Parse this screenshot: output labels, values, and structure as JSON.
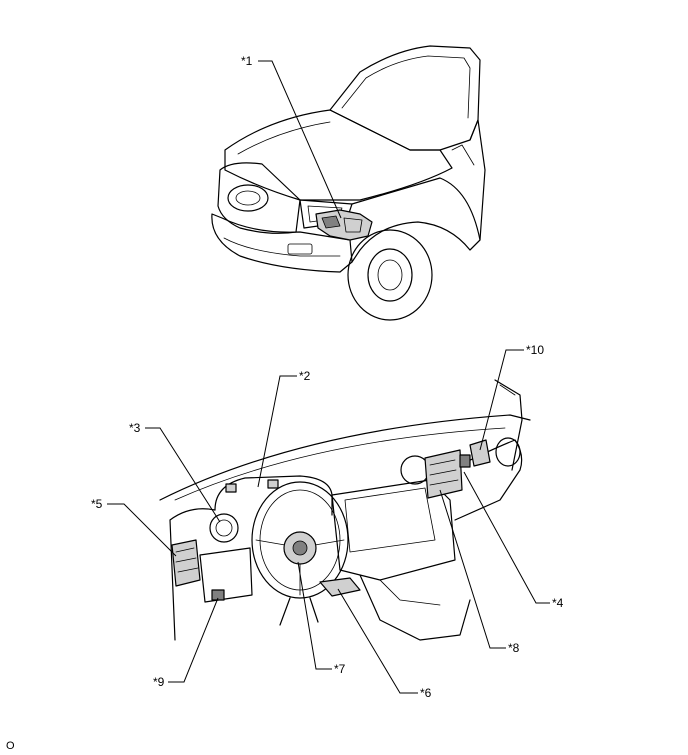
{
  "callouts": {
    "c1": "*1",
    "c2": "*2",
    "c3": "*3",
    "c4": "*4",
    "c5": "*5",
    "c6": "*6",
    "c7": "*7",
    "c8": "*8",
    "c9": "*9",
    "c10": "*10"
  },
  "figure_code": "O"
}
